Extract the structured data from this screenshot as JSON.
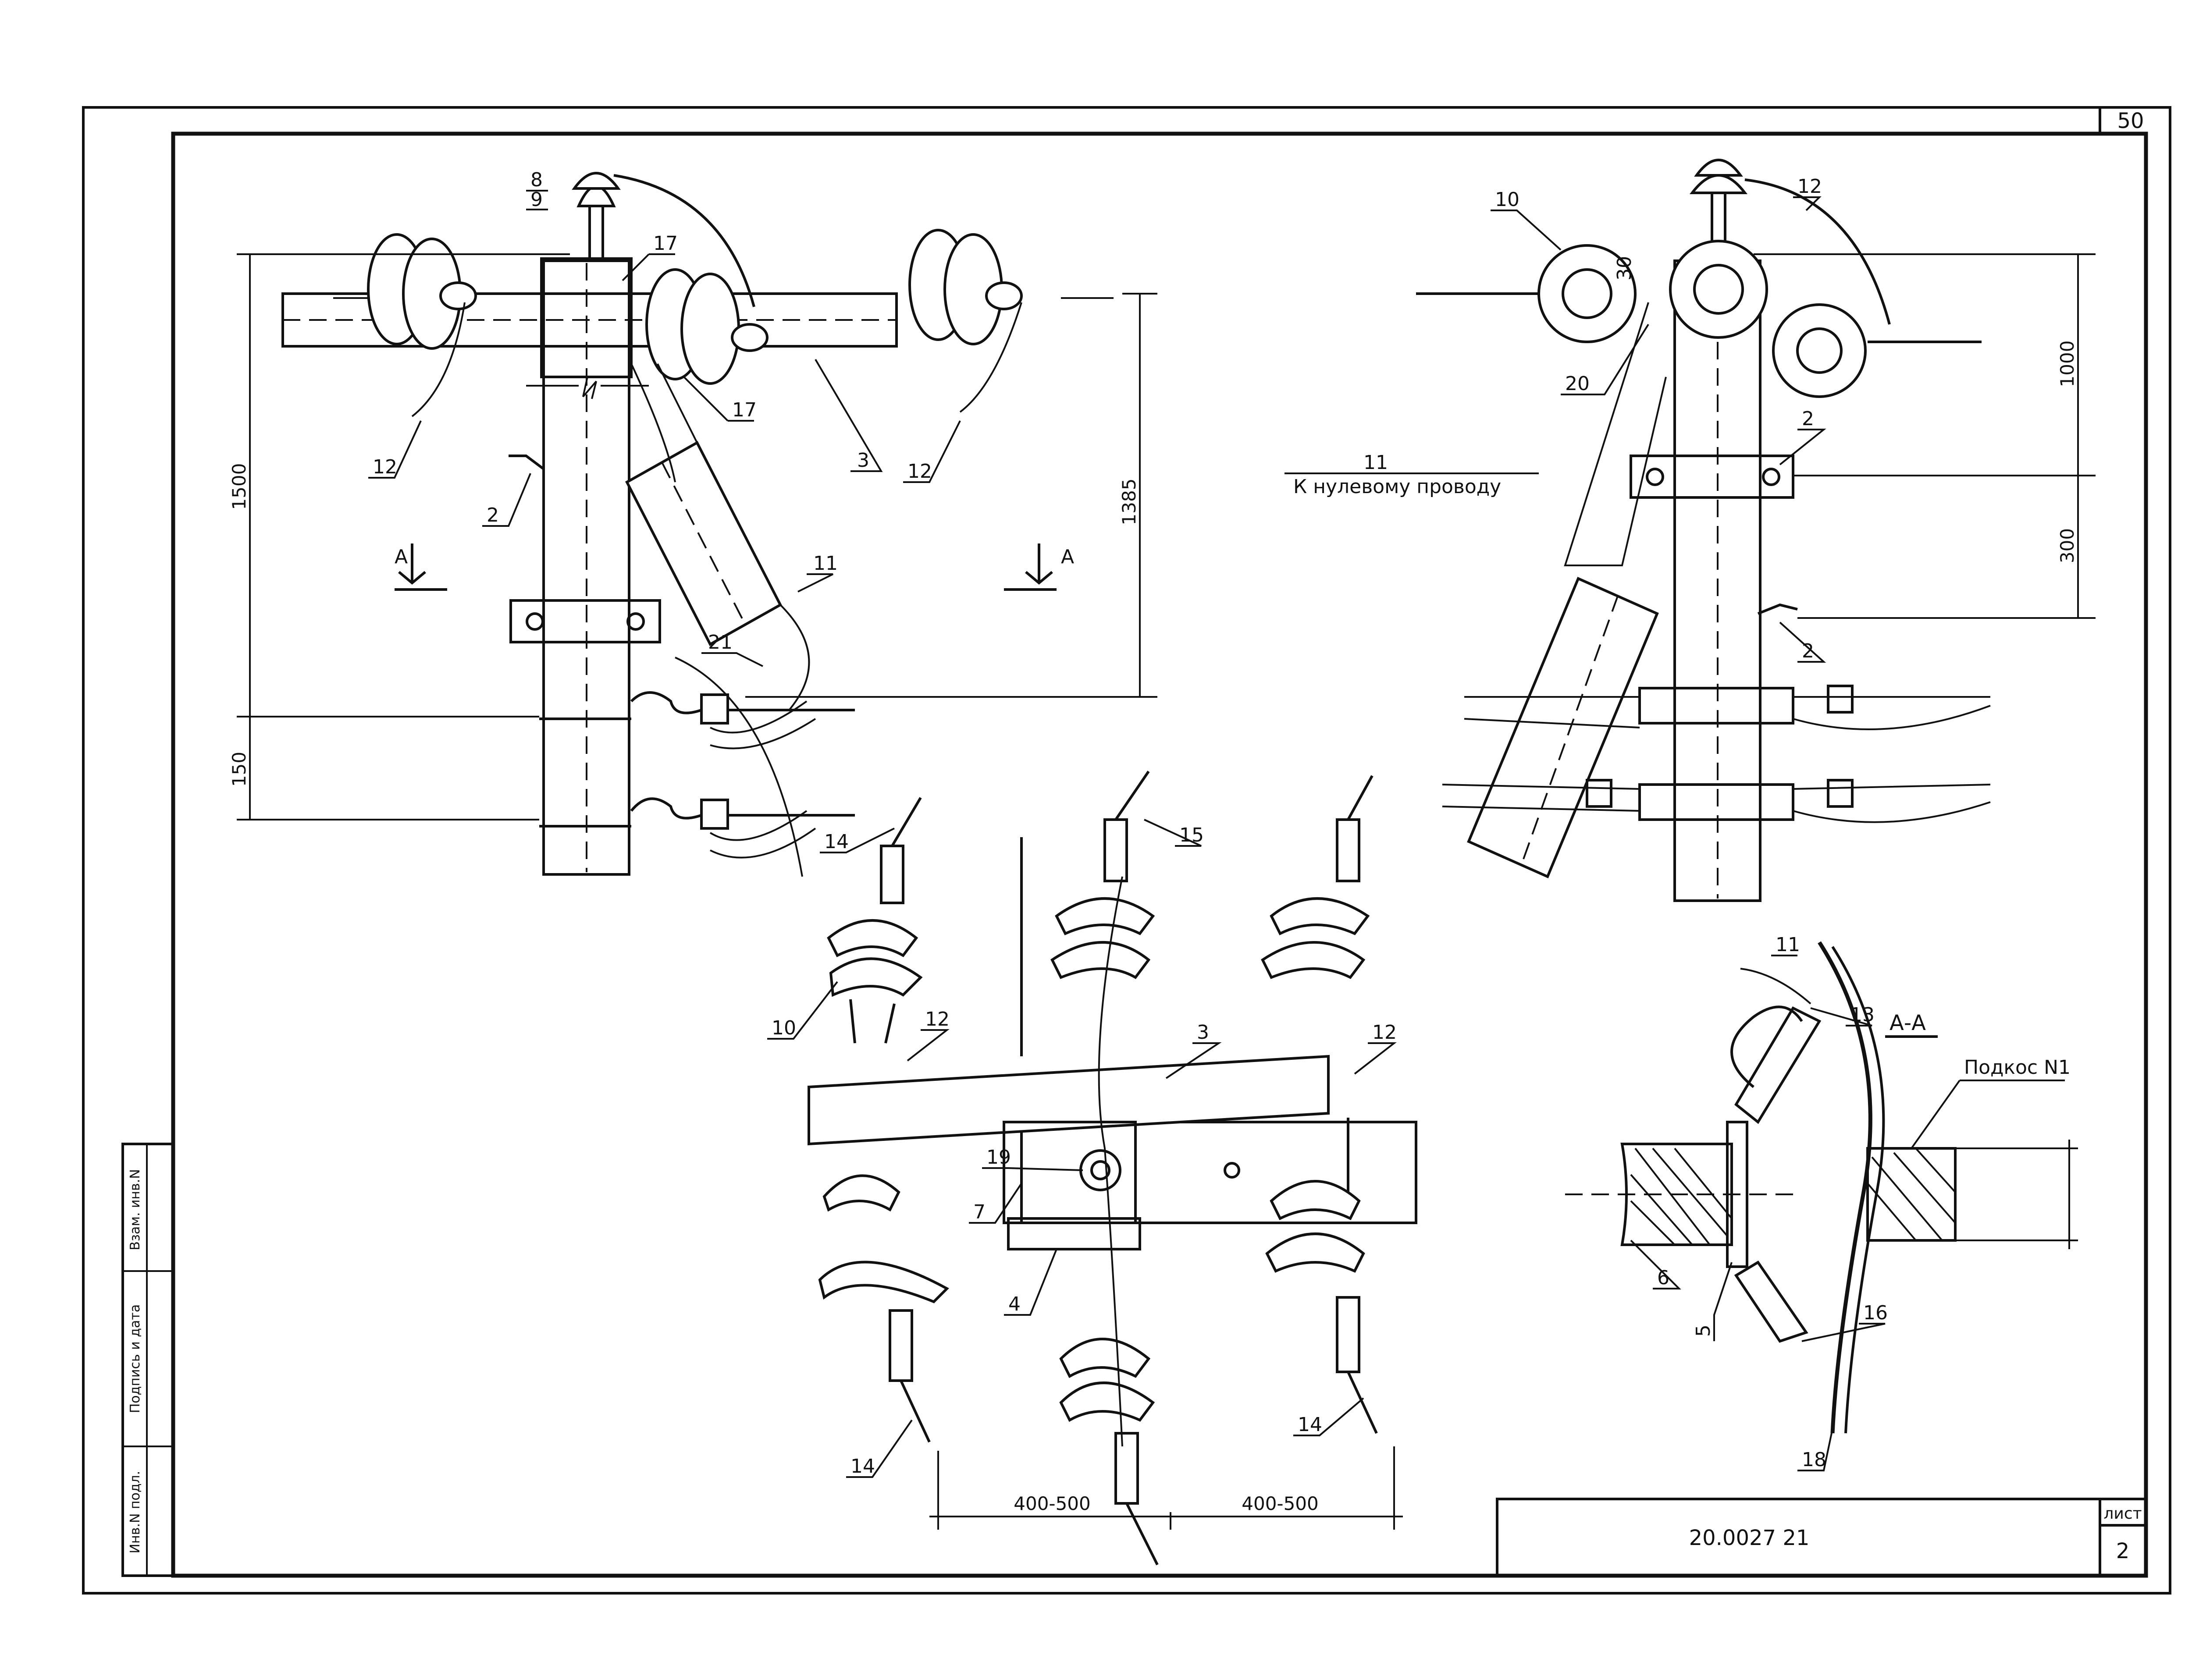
{
  "sheet": {
    "page_number": "50",
    "drawing_code": "20.0027 21",
    "sheet_label": "лист",
    "sheet_number": "2"
  },
  "side_stamp": {
    "inv_podl": "Инв.N подл.",
    "podpis_data": "Подпись и дата",
    "vzam_inv": "Взам. инв.N"
  },
  "view_front": {
    "labels": [
      "8",
      "9",
      "17",
      "17",
      "12",
      "12",
      "3",
      "2",
      "11",
      "21"
    ],
    "section_marks": [
      "А",
      "А"
    ],
    "dims": [
      "1500",
      "1385",
      "150"
    ]
  },
  "view_side": {
    "labels": [
      "10",
      "12",
      "30",
      "20",
      "11",
      "2",
      "2"
    ],
    "note": "К нулевому проводу",
    "dims": [
      "1000",
      "300"
    ]
  },
  "view_top": {
    "labels": [
      "14",
      "15",
      "10",
      "12",
      "12",
      "3",
      "19",
      "7",
      "4",
      "14",
      "14"
    ],
    "dims": [
      "400-500",
      "400-500"
    ]
  },
  "section_aa": {
    "title": "А-А",
    "labels": [
      "11",
      "13",
      "6",
      "5",
      "16",
      "18"
    ],
    "note": "Подкос N1"
  }
}
